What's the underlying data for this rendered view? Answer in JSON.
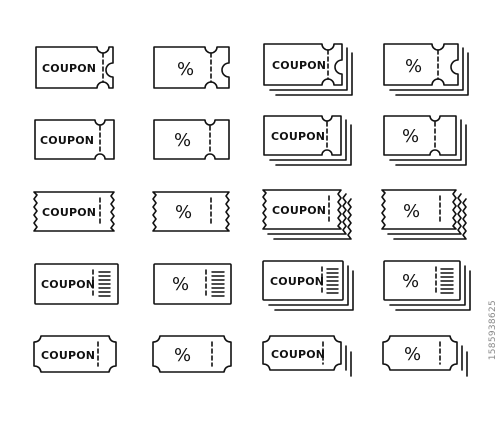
{
  "labels": {
    "coupon": "COUPON",
    "percent": "%"
  },
  "watermark": {
    "stock_id": "1585938625"
  },
  "colors": {
    "stroke": "#111111",
    "background": "#ffffff"
  },
  "icon_grid": {
    "rows": [
      {
        "style": "notched-rounded",
        "icons": [
          "coupon",
          "percent",
          "coupon-stacked",
          "percent-stacked"
        ]
      },
      {
        "style": "notched-square",
        "icons": [
          "coupon",
          "percent",
          "coupon-stacked",
          "percent-stacked"
        ]
      },
      {
        "style": "zigzag-edge",
        "icons": [
          "coupon",
          "percent",
          "coupon-stacked",
          "percent-stacked"
        ]
      },
      {
        "style": "barcode-stub",
        "icons": [
          "coupon",
          "percent",
          "coupon-stacked",
          "percent-stacked"
        ]
      },
      {
        "style": "cut-corner",
        "icons": [
          "coupon",
          "percent",
          "coupon-stacked",
          "percent-stacked"
        ]
      }
    ]
  }
}
